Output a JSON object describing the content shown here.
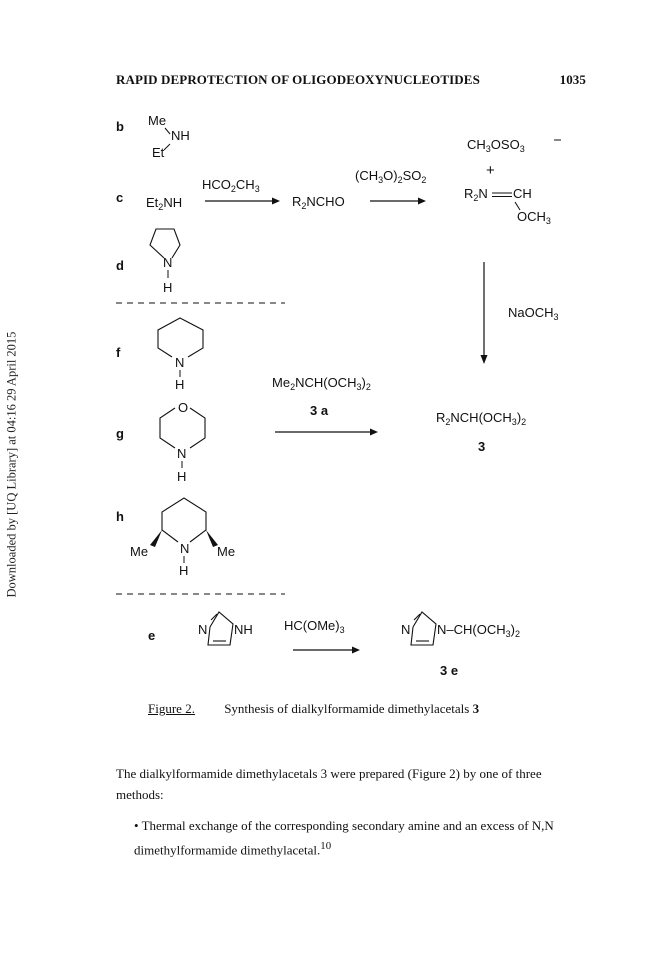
{
  "header": {
    "title": "RAPID DEPROTECTION OF OLIGODEOXYNUCLEOTIDES",
    "page_number": "1035"
  },
  "sidebar_text": "Downloaded by [UQ Library] at 04:16 29 April 2015",
  "scheme": {
    "labels": {
      "b": "b",
      "c": "c",
      "d": "d",
      "f": "f",
      "g": "g",
      "h": "h",
      "e": "e"
    },
    "me": "Me",
    "nh": "NH",
    "et": "Et",
    "et2nh": "Et2NH",
    "hco2ch3": "HCO2CH3",
    "r2ncho": "R2NCHO",
    "ch3o2so2": "(CH3O)2SO2",
    "ch3oso3": "CH3OSO3",
    "plus": "+",
    "naoch3": "NaOCH3",
    "me2nch": "Me2NCH(OCH3)2",
    "label_3a": "3 a",
    "r2nch": "R2NCH(OCH3)2",
    "label_3": "3",
    "hcome3": "HC(OMe)3",
    "product_3e": "N-CH(OCH3)2",
    "label_3e": "3 e"
  },
  "caption": {
    "figure": "Figure 2.",
    "text": "Synthesis of dialkylformamide dimethylacetals",
    "bold_number": "3"
  },
  "body": {
    "paragraph": "The dialkylformamide dimethylacetals 3 were prepared (Figure 2) by one of three methods:",
    "bullet": "• Thermal exchange of the corresponding secondary amine and an excess of N,N dimethylformamide dimethylacetal.",
    "bullet_ref": "10"
  }
}
